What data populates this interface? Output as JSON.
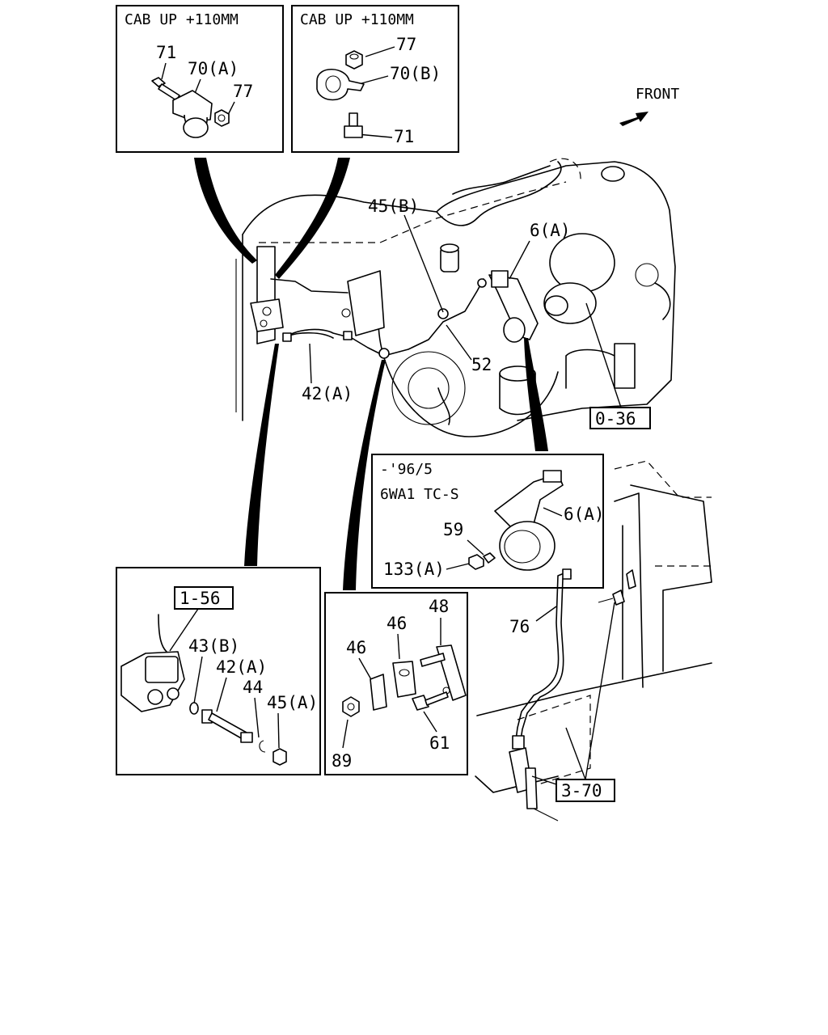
{
  "insets": {
    "top_left": {
      "title": "CAB UP +110MM",
      "labels": [
        "71",
        "70(A)",
        "77"
      ]
    },
    "top_right": {
      "title": "CAB UP +110MM",
      "labels": [
        "77",
        "70(B)",
        "71"
      ]
    },
    "variant": {
      "title_line1": "-'96/5",
      "title_line2": "6WA1 TC-S",
      "labels": [
        "6(A)",
        "59",
        "133(A)"
      ]
    },
    "bottom_left": {
      "ref_box": "1-56",
      "labels": [
        "43(B)",
        "42(A)",
        "44",
        "45(A)"
      ]
    },
    "bottom_mid": {
      "labels": [
        "48",
        "46",
        "46",
        "61",
        "89"
      ]
    }
  },
  "main": {
    "front_label": "FRONT",
    "labels": [
      "45(B)",
      "6(A)",
      "52",
      "42(A)"
    ],
    "ref_box": "0-36"
  },
  "frame": {
    "labels": [
      "76"
    ],
    "ref_box": "3-70"
  }
}
